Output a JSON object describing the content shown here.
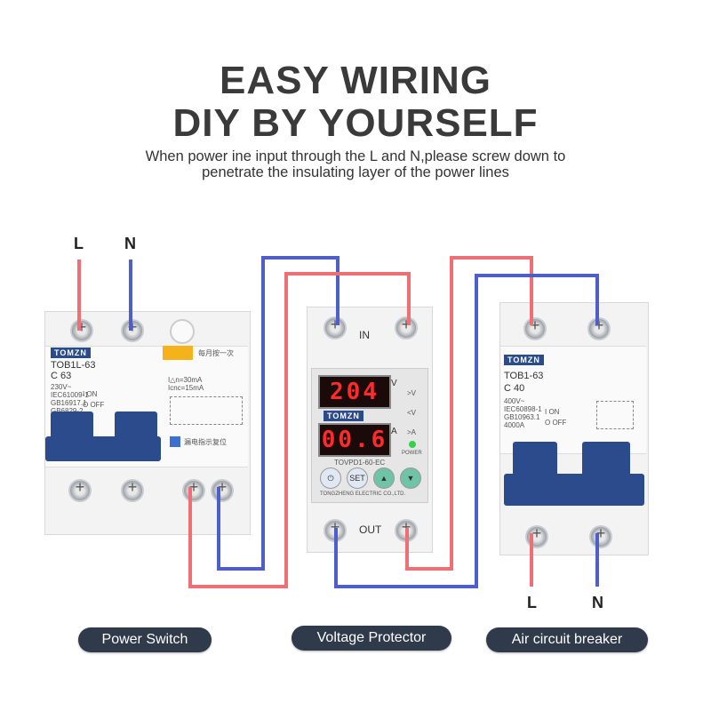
{
  "heading": {
    "line1": "EASY WIRING",
    "line2": "DIY BY YOURSELF",
    "subtitle_line1": "When power ine input through the L and N,please screw down to",
    "subtitle_line2": "penetrate the insulating layer of the power lines"
  },
  "terminals": {
    "input_l": "L",
    "input_n": "N",
    "output_l": "L",
    "output_n": "N"
  },
  "power_switch": {
    "label": "Power Switch",
    "brand": "TOMZN",
    "model": "TOB1L-63",
    "rating": "C 63",
    "specs": "230V~\nIEC61009-1\nGB16917.1\nGB6829-2\n3000A",
    "on_label": "I ON",
    "off_label": "O OFF",
    "note": "每月按一次",
    "leak": "I△n=30mA\nIcnc=15mA",
    "reset_note": "漏电指示复位"
  },
  "voltage_protector": {
    "label": "Voltage Protector",
    "in_label": "IN",
    "out_label": "OUT",
    "voltage_reading": "204",
    "current_reading": "00.6",
    "unit_v": "V",
    "unit_a": "A",
    "brand": "TOMZN",
    "model": "TOVPD1-60-EC",
    "maker": "TONGZHENG ELECTRIC CO.,LTD.",
    "set_label": "SET",
    "power_label": "POWER",
    "indicators": [
      ">V",
      "<V",
      ">A"
    ]
  },
  "air_breaker": {
    "label": "Air circuit breaker",
    "brand": "TOMZN",
    "model": "TOB1-63",
    "rating": "C 40",
    "specs": "400V~\nIEC60898-1\nGB10963.1\n4000A",
    "on_label": "I ON",
    "off_label": "O OFF"
  },
  "colors": {
    "live_wire": "#ef6f76",
    "neutral_wire": "#4f5fc9",
    "toggle_blue": "#2b4b8c",
    "pill_bg": "#2f3a4a"
  }
}
